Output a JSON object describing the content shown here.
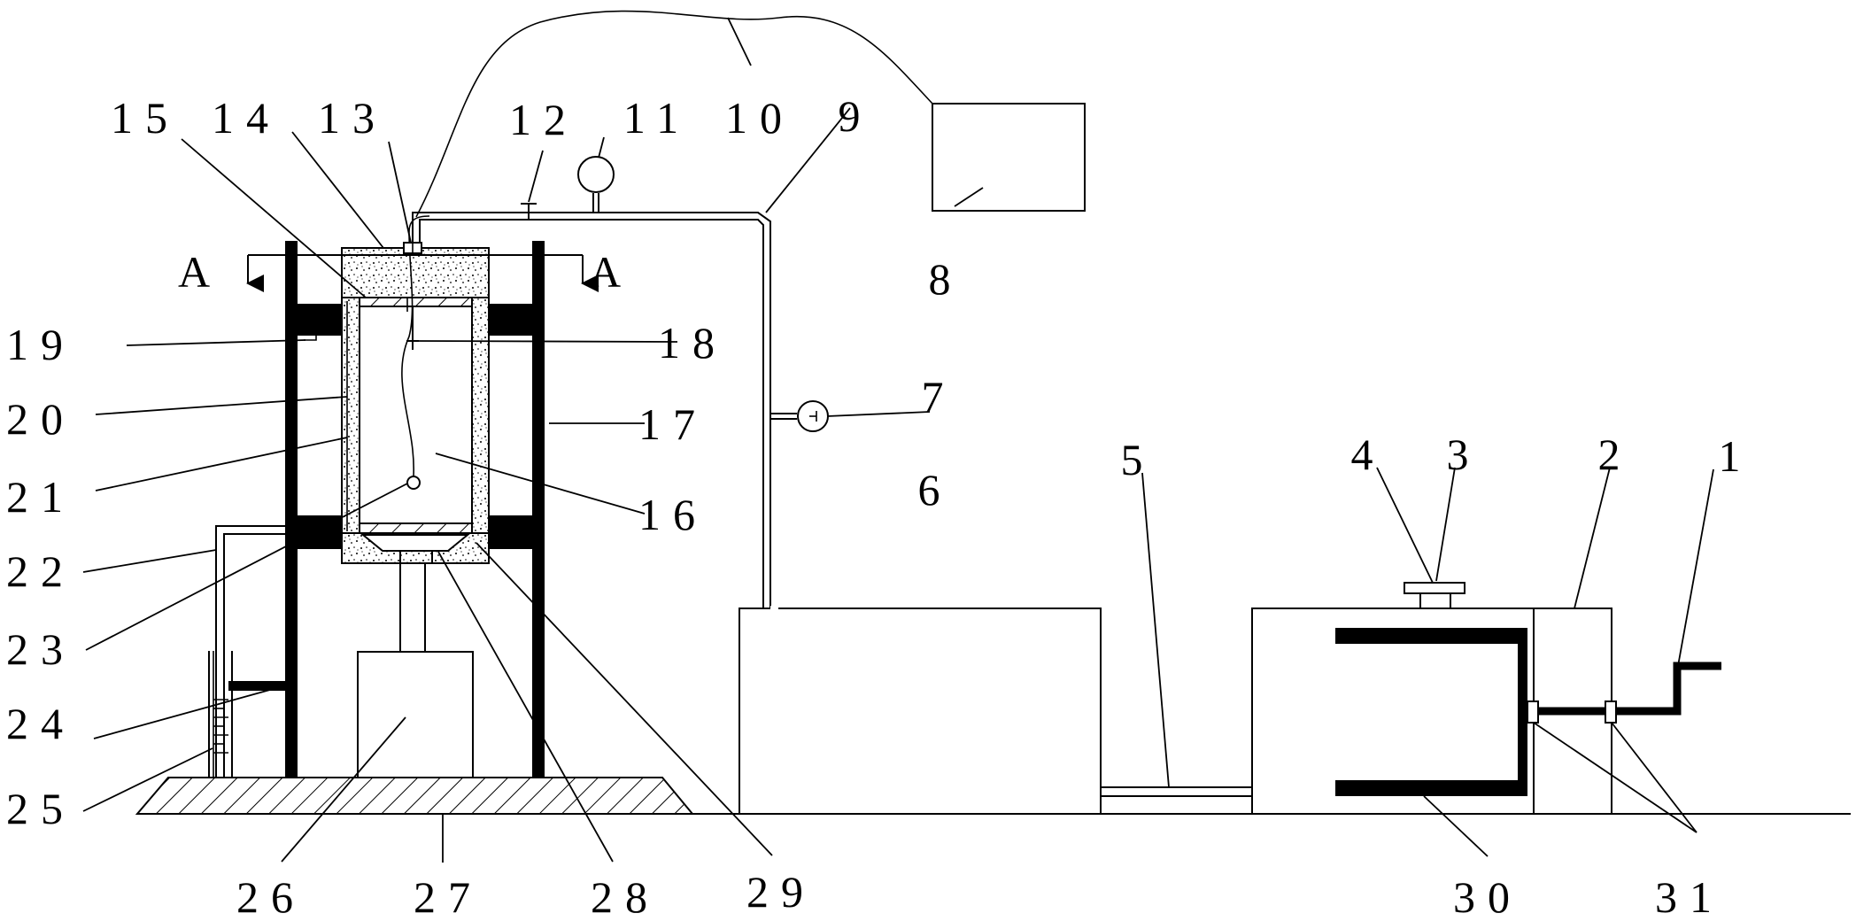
{
  "diagram": {
    "section_marker": "A",
    "labels": [
      "1",
      "2",
      "3",
      "4",
      "5",
      "6",
      "7",
      "8",
      "9",
      "10",
      "11",
      "12",
      "13",
      "14",
      "15",
      "16",
      "17",
      "18",
      "19",
      "20",
      "21",
      "22",
      "23",
      "24",
      "25",
      "26",
      "27",
      "28",
      "29",
      "30",
      "31"
    ]
  }
}
